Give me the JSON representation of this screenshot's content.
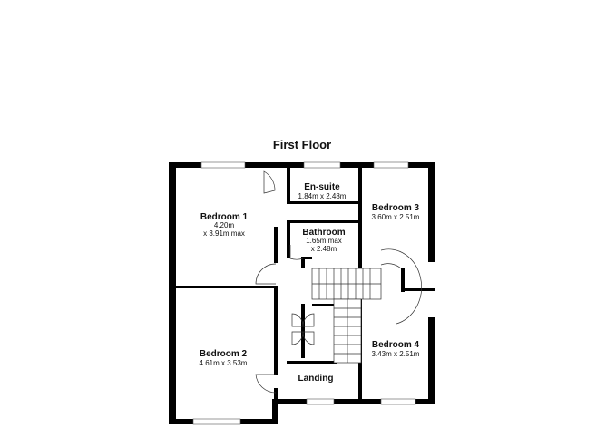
{
  "plan": {
    "title": "First Floor",
    "rooms": [
      {
        "name": "Bedroom 1",
        "dims_line1": "4.20m",
        "dims_line2": "x 3.91m max"
      },
      {
        "name": "En-suite",
        "dims_line1": "1.84m x 2.48m"
      },
      {
        "name": "Bedroom 3",
        "dims_line1": "3.60m x 2.51m"
      },
      {
        "name": "Bathroom",
        "dims_line1": "1.65m max",
        "dims_line2": "x 2.48m"
      },
      {
        "name": "Bedroom 2",
        "dims_line1": "4.61m x 3.53m"
      },
      {
        "name": "Bedroom 4",
        "dims_line1": "3.43m x 2.51m"
      },
      {
        "name": "Landing"
      }
    ]
  }
}
